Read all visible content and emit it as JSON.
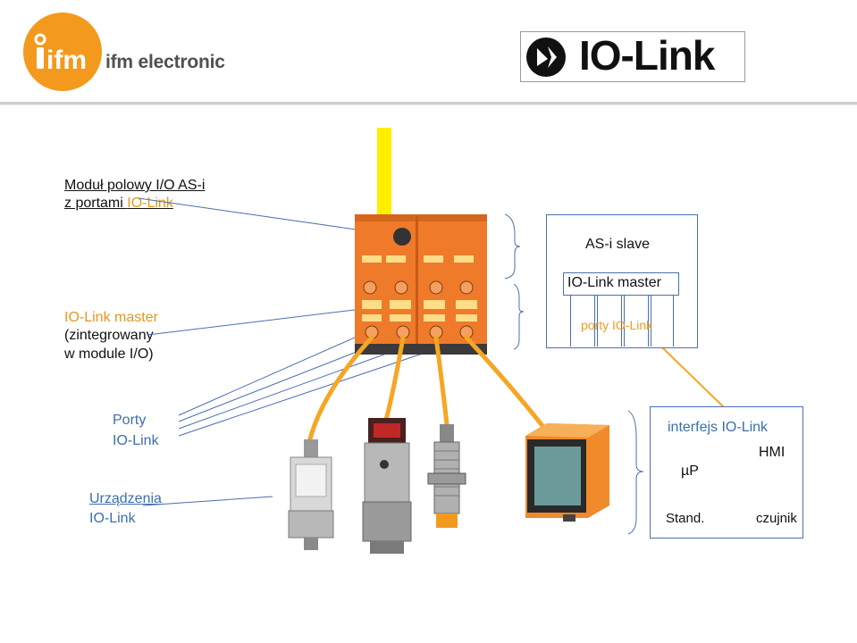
{
  "header": {
    "ifm_logo_text": "ifm",
    "ifm_company": "ifm electronic",
    "iolink_logo_text": "IO-Link"
  },
  "labels": {
    "module_line1": "Moduł polowy I/O AS-i",
    "module_line2_a": "z portami ",
    "module_line2_b": "IO-Link",
    "master_line1": "IO-Link master",
    "master_line2": "(zintegrowany",
    "master_line3": "w module I/O)",
    "ports_line1": "Porty",
    "ports_line2": "IO-Link",
    "devices_line1": "Urządzenia",
    "devices_line2": "IO-Link"
  },
  "stack": {
    "asi_slave": "AS-i slave",
    "iolink_master": "IO-Link master",
    "ports": "porty IO-Link"
  },
  "interface": {
    "title": "interfejs IO-Link",
    "hmi": "HMI",
    "up": "µP",
    "stand": "Stand.",
    "sensor": "czujnik"
  },
  "colors": {
    "orange": "#f39a1e",
    "blue": "#4a6fb0",
    "yellow": "#ffee00"
  }
}
